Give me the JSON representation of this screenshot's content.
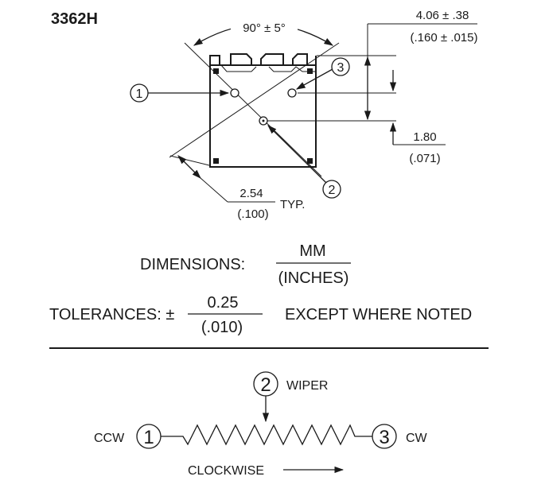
{
  "part_number": "3362H",
  "dimensions": {
    "angle": "90° ± 5°",
    "height_mm": "4.06 ± .38",
    "height_in": "(.160 ± .015)",
    "offset_mm": "1.80",
    "offset_in": "(.071)",
    "pitch_mm": "2.54",
    "pitch_in": "(.100)",
    "pitch_note": "TYP."
  },
  "pins": {
    "pin1": "1",
    "pin2": "2",
    "pin3": "3"
  },
  "units_note": {
    "label": "DIMENSIONS:",
    "numerator": "MM",
    "denominator": "(INCHES)"
  },
  "tolerance_note": {
    "label": "TOLERANCES: ±",
    "numerator": "0.25",
    "denominator": "(.010)",
    "suffix": "EXCEPT WHERE NOTED"
  },
  "schematic": {
    "pin1_num": "1",
    "pin2_num": "2",
    "pin3_num": "3",
    "pin1_label": "CCW",
    "pin2_label": "WIPER",
    "pin3_label": "CW",
    "direction_label": "CLOCKWISE"
  }
}
